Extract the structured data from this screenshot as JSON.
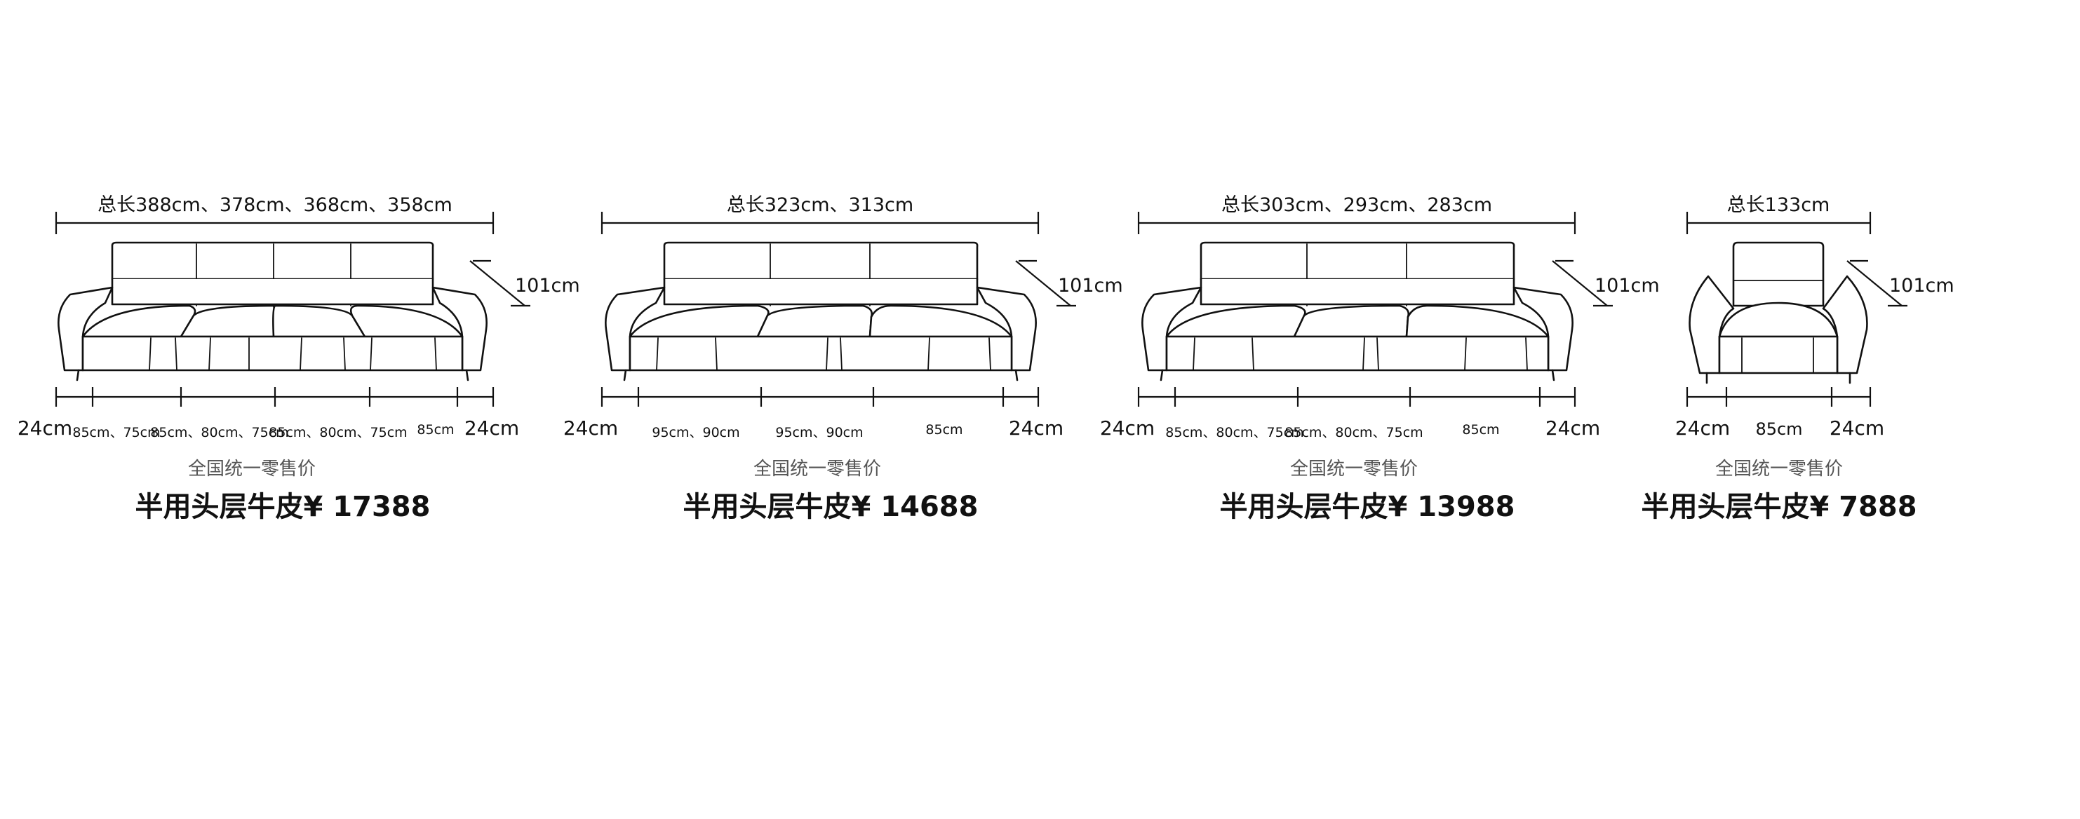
{
  "products": [
    {
      "total_length": "总长388cm、378cm、368cm、358cm",
      "height": "101cm",
      "left_arm": "24cm",
      "right_arm": "24cm",
      "seat_widths": [
        "85cm、75cm",
        "85cm、80cm、75cm",
        "85cm、80cm、75cm",
        "85cm"
      ],
      "retail_label": "全国统一零售价",
      "price_label": "半用头层牛皮¥ 17388"
    },
    {
      "total_length": "总长323cm、313cm",
      "height": "101cm",
      "left_arm": "24cm",
      "right_arm": "24cm",
      "seat_widths": [
        "95cm、90cm",
        "95cm、90cm",
        "85cm"
      ],
      "retail_label": "全国统一零售价",
      "price_label": "半用头层牛皮¥ 14688"
    },
    {
      "total_length": "总长303cm、293cm、283cm",
      "height": "101cm",
      "left_arm": "24cm",
      "right_arm": "24cm",
      "seat_widths": [
        "85cm、80cm、75cm",
        "85cm、80cm、75cm",
        "85cm"
      ],
      "retail_label": "全国统一零售价",
      "price_label": "半用头层牛皮¥ 13988"
    },
    {
      "total_length": "总长133cm",
      "height": "101cm",
      "left_arm": "24cm",
      "right_arm": "24cm",
      "seat_widths": [
        "85cm"
      ],
      "retail_label": "全国统一零售价",
      "price_label": "半用头层牛皮¥ 7888"
    }
  ]
}
